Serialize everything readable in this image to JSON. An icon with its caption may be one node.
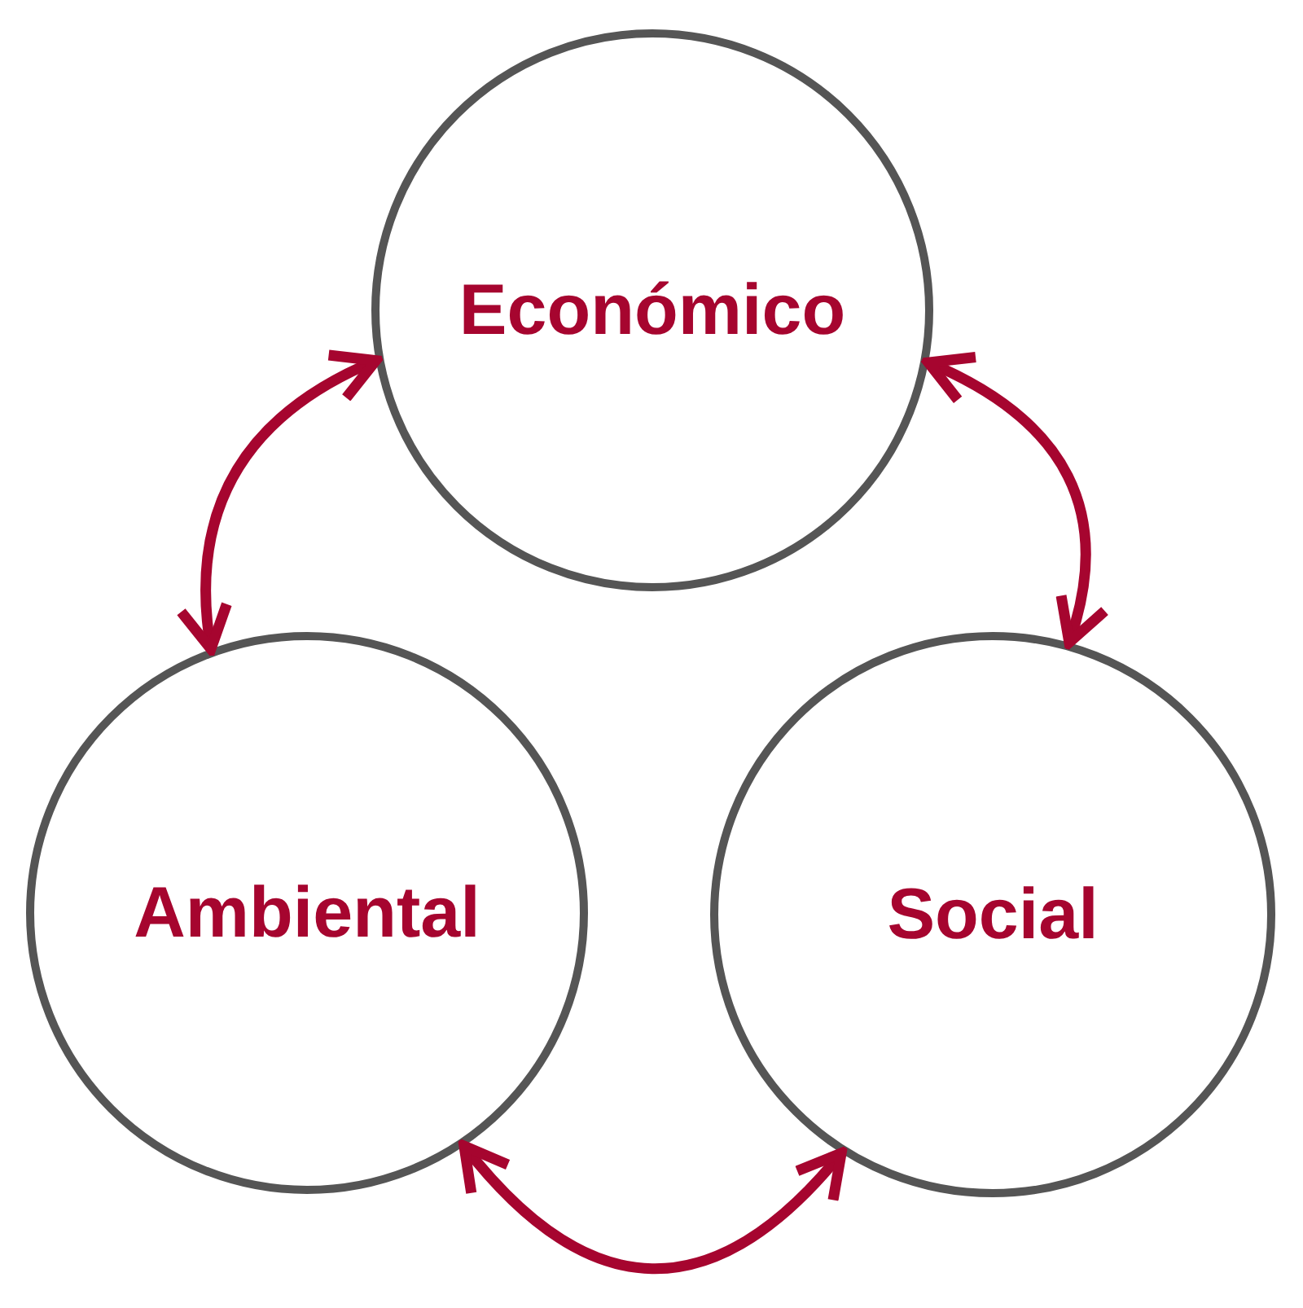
{
  "diagram": {
    "nodes": [
      {
        "text": [
          "Económico"
        ]
      },
      {
        "text": [
          "Ambiental"
        ]
      },
      {
        "text": [
          "Social"
        ]
      }
    ],
    "edges": [
      {
        "from": 0,
        "to": 1,
        "arrow": "both"
      },
      {
        "from": 0,
        "to": 2,
        "arrow": "both"
      },
      {
        "from": 1,
        "to": 2,
        "arrow": "both"
      }
    ]
  }
}
